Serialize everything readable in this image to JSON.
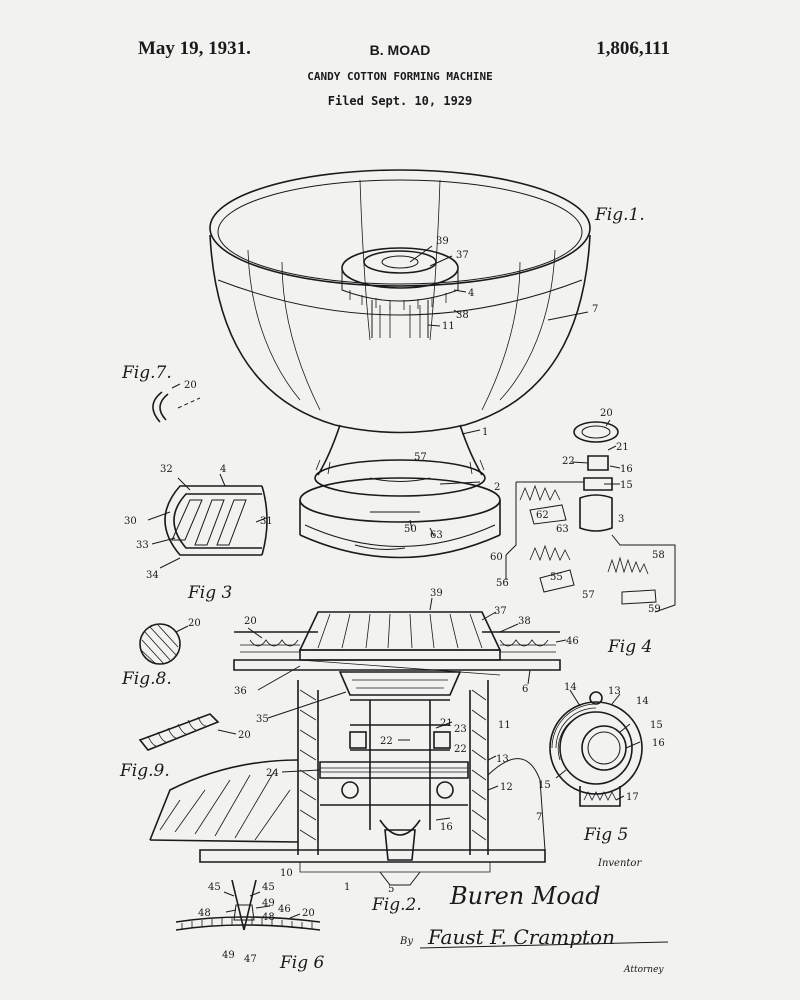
{
  "header": {
    "date": "May 19, 1931.",
    "inventor": "B. MOAD",
    "number": "1,806,111",
    "title": "CANDY COTTON FORMING MACHINE",
    "filed": "Filed Sept. 10, 1929"
  },
  "figures": {
    "fig1": "Fig.1.",
    "fig2": "Fig.2.",
    "fig3": "Fig 3",
    "fig4": "Fig 4",
    "fig5": "Fig 5",
    "fig6": "Fig 6",
    "fig7": "Fig.7.",
    "fig8": "Fig.8.",
    "fig9": "Fig.9."
  },
  "labels": {
    "fig1": [
      "39",
      "37",
      "4",
      "38",
      "11",
      "7",
      "1",
      "57",
      "2",
      "50",
      "63"
    ],
    "fig2": [
      "39",
      "37",
      "38",
      "20",
      "46",
      "6",
      "36",
      "35",
      "21",
      "22",
      "23",
      "22",
      "11",
      "24",
      "13",
      "12",
      "7",
      "16",
      "10",
      "1",
      "5"
    ],
    "fig3": [
      "32",
      "4",
      "30",
      "33",
      "31",
      "34"
    ],
    "fig4": [
      "20",
      "21",
      "22",
      "16",
      "15",
      "3",
      "62",
      "63",
      "60",
      "56",
      "55",
      "57",
      "58",
      "59"
    ],
    "fig5": [
      "13",
      "14",
      "14",
      "15",
      "16",
      "15",
      "17"
    ],
    "fig6": [
      "45",
      "45",
      "49",
      "46",
      "48",
      "48",
      "20",
      "49",
      "47"
    ],
    "fig7": [
      "20"
    ],
    "fig8": [
      "20"
    ],
    "fig9": [
      "20"
    ]
  },
  "signature": {
    "inventor_label": "Inventor",
    "inventor_name": "Buren Moad",
    "by": "By",
    "attorney_name": "Faust F. Crampton",
    "attorney_label": "Attorney"
  }
}
